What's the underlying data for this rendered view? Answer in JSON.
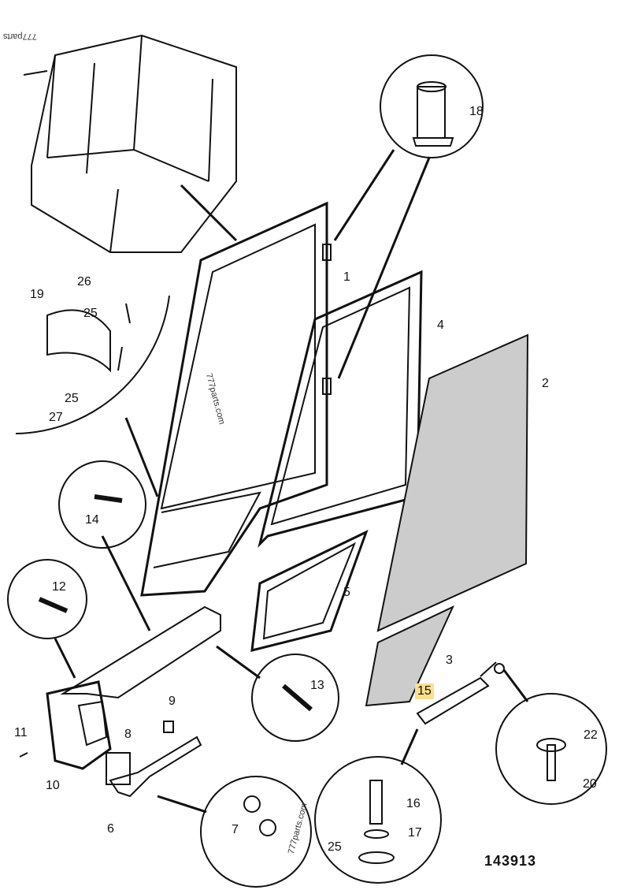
{
  "figure_number": "143913",
  "watermarks": [
    "777parts",
    "777parts.com",
    "777parts.com"
  ],
  "callouts": [
    "18",
    "1",
    "4",
    "2",
    "26",
    "19",
    "25",
    "25",
    "27",
    "14",
    "12",
    "5",
    "3",
    "13",
    "15",
    "22",
    "9",
    "8",
    "11",
    "10",
    "6",
    "20",
    "16",
    "17",
    "7",
    "25"
  ],
  "highlight_color": "#fbe08a"
}
